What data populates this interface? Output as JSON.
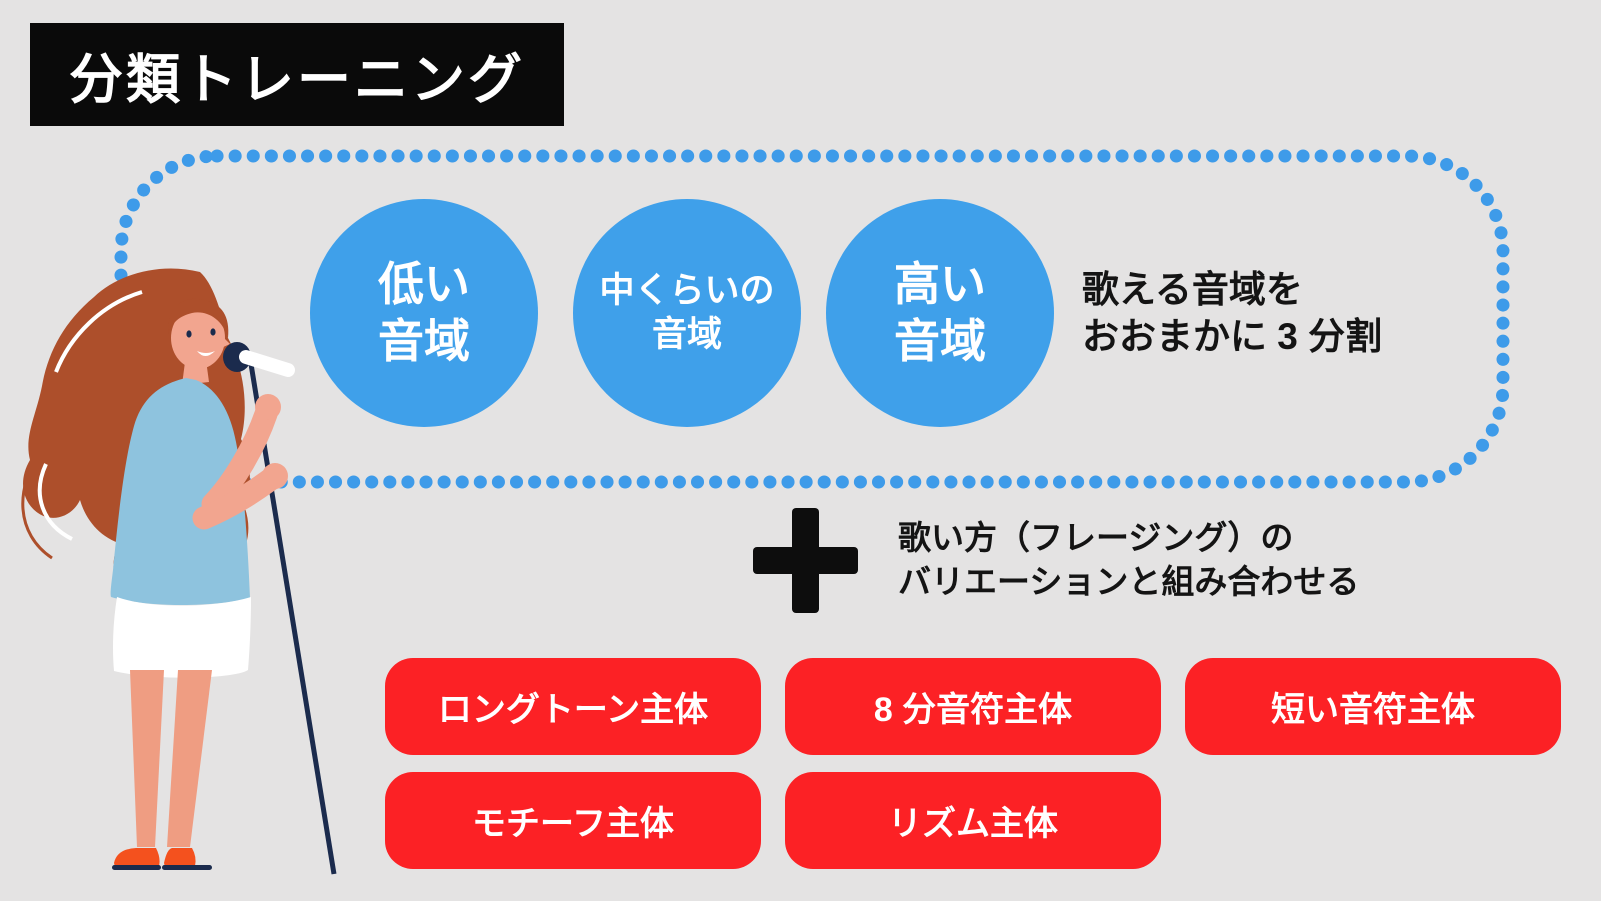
{
  "page": {
    "background": "#e4e3e3"
  },
  "title": {
    "label": "分類トレーニング",
    "bg": "#0a0a0a",
    "color": "#ffffff"
  },
  "range_group": {
    "frame_dot_color": "#3e9be9",
    "circle_color": "#3fa0ea",
    "circles": [
      {
        "line1": "低い",
        "line2": "音域"
      },
      {
        "line1": "中くらいの",
        "line2": "音域"
      },
      {
        "line1": "高い",
        "line2": "音域"
      }
    ],
    "note_line1": "歌える音域を",
    "note_line2": "おおまかに 3 分割"
  },
  "combine": {
    "plus_symbol": "＋",
    "line1": "歌い方（フレージング）の",
    "line2": "バリエーションと組み合わせる"
  },
  "phrasing_buttons": {
    "color": "#fc2125",
    "row1": [
      "ロングトーン主体",
      "8 分音符主体",
      "短い音符主体"
    ],
    "row2": [
      "モチーフ主体",
      "リズム主体"
    ]
  },
  "illustration": {
    "name": "singer-with-microphone"
  }
}
